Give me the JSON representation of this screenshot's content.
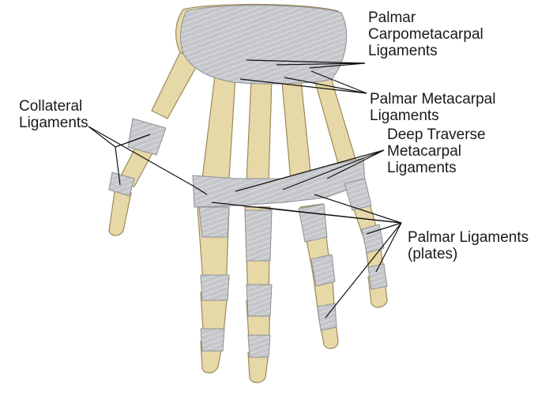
{
  "colors": {
    "bone": "#e7d8a8",
    "bone_edge": "#9a8a5a",
    "ligament": "#c4c6c9",
    "ligament_edge": "#8d9094",
    "ligament_stripe": "#e4e5e7",
    "leader": "#111111",
    "text": "#1a1a1a"
  },
  "labels": {
    "palmar_carpometacarpal": {
      "line1": "Palmar",
      "line2": "Carpometacarpal",
      "line3": "Ligaments"
    },
    "palmar_metacarpal": {
      "line1": "Palmar Metacarpal",
      "line2": "Ligaments"
    },
    "deep_traverse": {
      "line1": "Deep Traverse",
      "line2": "Metacarpal",
      "line3": "Ligaments"
    },
    "collateral": {
      "line1": "Collateral",
      "line2": "Ligaments"
    },
    "palmar_plates": {
      "line1": "Palmar Ligaments",
      "line2": "(plates)"
    }
  }
}
